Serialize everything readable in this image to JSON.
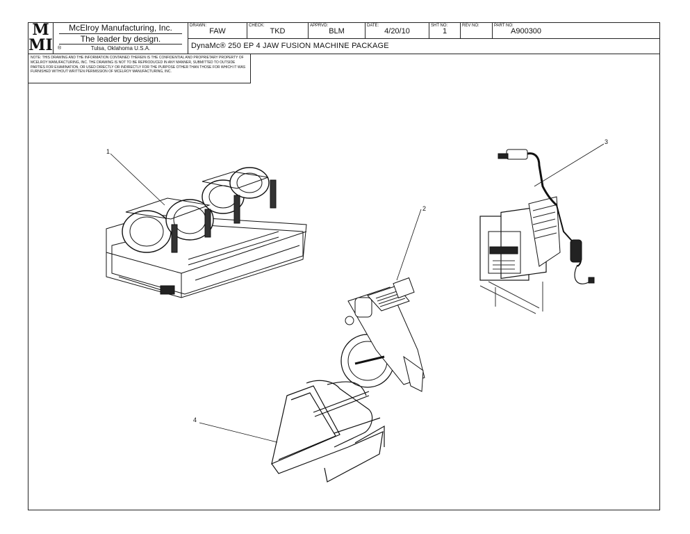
{
  "title_block": {
    "logo_line1": "M",
    "logo_line2": "MI",
    "company": "McElroy Manufacturing, Inc.",
    "tagline": "The leader by design.",
    "location": "Tulsa, Oklahoma U.S.A.",
    "registered_mark": "®",
    "fields": [
      {
        "label": "Drawn:",
        "value": "FAW"
      },
      {
        "label": "Check:",
        "value": "TKD"
      },
      {
        "label": "Apprvd:",
        "value": "BLM"
      },
      {
        "label": "Date:",
        "value": "4/20/10"
      },
      {
        "label": "Sht No:",
        "value": "1"
      },
      {
        "label": "Rev No:",
        "value": ""
      },
      {
        "label": "Part No:",
        "value": "A900300"
      }
    ],
    "description": "DynaMc® 250 EP 4 JAW FUSION MACHINE PACKAGE"
  },
  "note": "NOTE: THIS DRAWING AND THE INFORMATION CONTAINED THEREIN IS THE CONFIDENTIAL AND PROPRIETARY PROPERTY OF McElroy Manufacturing, Inc. THE DRAWING IS NOT TO BE REPRODUCED IN ANY MANNER, SUBMITTED TO OUTSIDE PARTIES FOR EXAMINATION, OR USED DIRECTLY OR INDIRECTLY FOR THE PURPOSE OTHER THAN THOSE FOR WHICH IT WAS FURNISHED WITHOUT WRITTEN PERMISSION OF McElroy Manufacturing, Inc.",
  "item_callouts": [
    "1",
    "2",
    "3",
    "4"
  ],
  "icons": [
    "fusion-machine-carriage-icon",
    "facer-icon",
    "heater-icon",
    "stand-icon"
  ]
}
